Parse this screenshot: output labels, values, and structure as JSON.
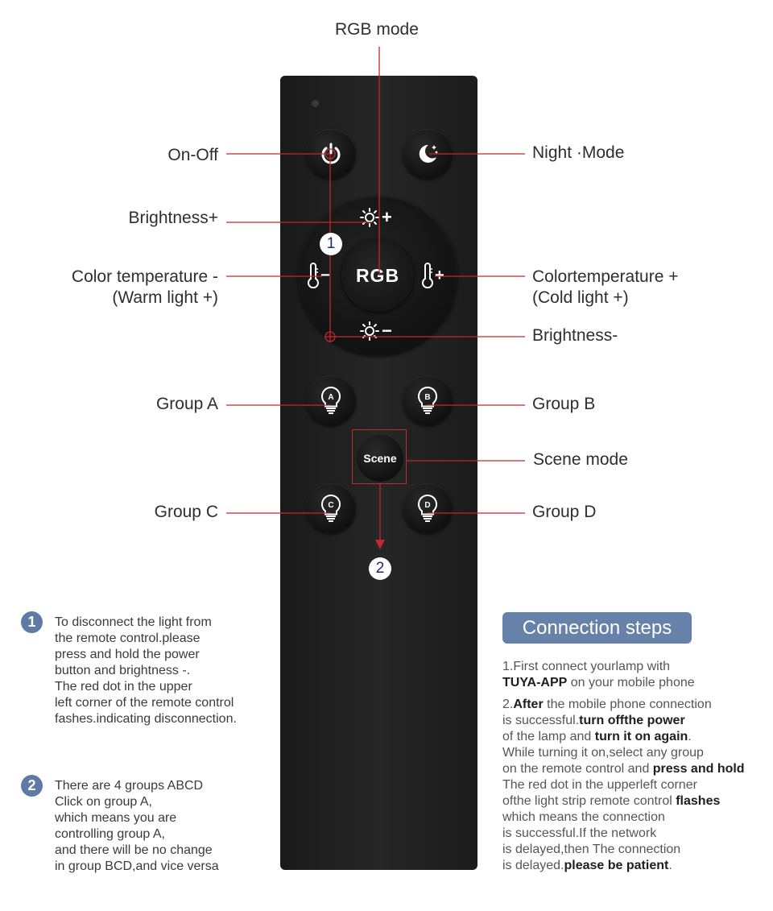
{
  "labels": {
    "rgb_mode": "RGB mode",
    "on_off": "On-Off",
    "night_mode": "Night ·Mode",
    "brightness_plus": "Brightness+",
    "color_temp_minus_1": "Color temperature -",
    "color_temp_minus_2": "(Warm light +)",
    "color_temp_plus_1": "Colortemperature +",
    "color_temp_plus_2": "(Cold light +)",
    "brightness_minus": "Brightness-",
    "group_a": "Group A",
    "group_b": "Group B",
    "scene_mode": "Scene mode",
    "group_c": "Group C",
    "group_d": "Group D"
  },
  "remote": {
    "rgb_button": "RGB",
    "scene_button": "Scene",
    "group_letters": [
      "A",
      "B",
      "C",
      "D"
    ],
    "marker_1": "1",
    "marker_2": "2",
    "accent_color": "#c0292b"
  },
  "notes": {
    "note1_number": "1",
    "note1_lines": [
      "To disconnect the light from",
      "the remote control.please",
      "press and hold the power",
      "button and brightness -.",
      "The red dot in the upper",
      "left corner of the remote control",
      "fashes.indicating disconnection."
    ],
    "note2_number": "2",
    "note2_lines": [
      "There are 4 groups ABCD",
      "Click on group A,",
      "which means you are",
      "controlling group A,",
      "and there will be no change",
      "in group BCD,and vice versa"
    ]
  },
  "connection": {
    "title": "Connection steps",
    "step1_a": "1.First connect yourlamp with",
    "step1_b_bold": "TUYA-APP",
    "step1_b_rest": " on your mobile phone",
    "step2_l1_a": "2.",
    "step2_l1_b": "After",
    "step2_l1_c": " the mobile phone connection",
    "step2_l2_a": "is successful.",
    "step2_l2_b": "turn offthe power",
    "step2_l3_a": "of the lamp and ",
    "step2_l3_b": "turn it on again",
    "step2_l3_c": ".",
    "step2_l4": "While turning it on,select any group",
    "step2_l5_a": "on the remote control and ",
    "step2_l5_b": "press and hold",
    "step2_l6": "The red dot in the upperleft corner",
    "step2_l7_a": "ofthe light strip remote control ",
    "step2_l7_b": "flashes",
    "step2_l8": "which means the connection",
    "step2_l9": "is successful.If the network",
    "step2_l10": "is delayed,then The connection",
    "step2_l11_a": "is delayed.",
    "step2_l11_b": "please be patient",
    "step2_l11_c": "."
  }
}
